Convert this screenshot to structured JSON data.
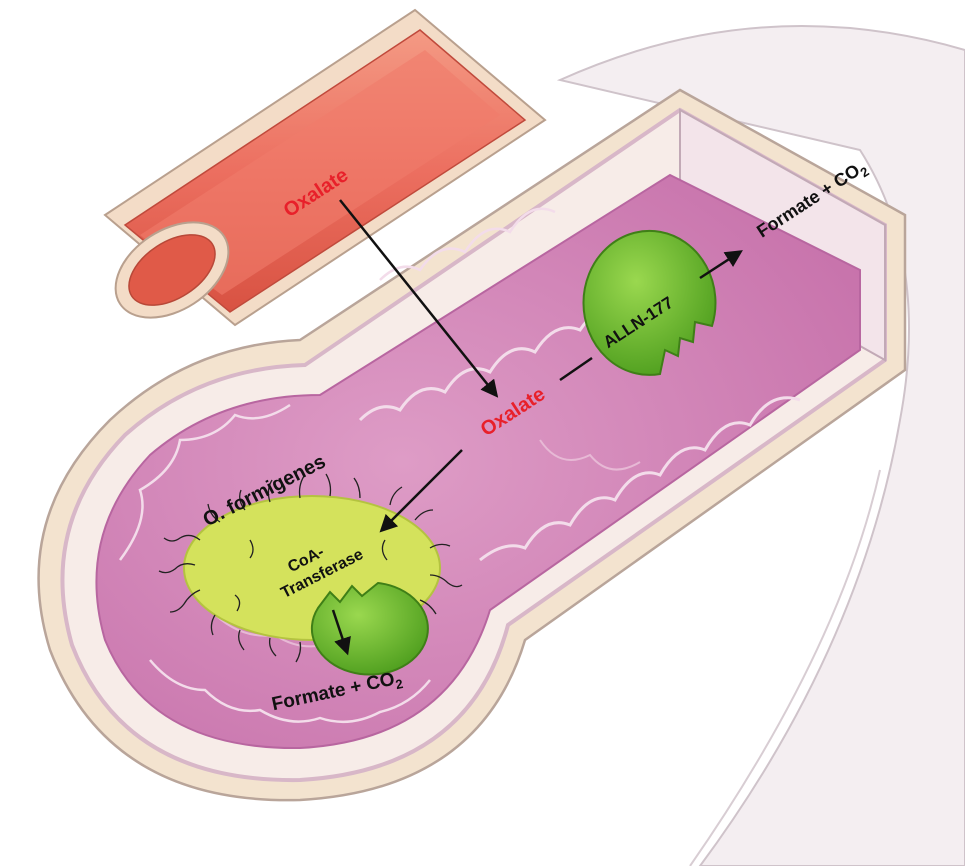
{
  "labels": {
    "oxalate_blood": "Oxalate",
    "oxalate_gut": "Oxalate",
    "enzyme_drug": "ALLN-177",
    "product_top": "Formate + CO",
    "product_top_sub": "2",
    "bacterium": "O. formigenes",
    "enzyme_bact_line1": "CoA-",
    "enzyme_bact_line2": "Transferase",
    "product_bottom": "Formate + CO",
    "product_bottom_sub": "2"
  },
  "colors": {
    "oxalate_text": "#e8202a",
    "enzyme_green": "#6cbf2e",
    "bacterium_fill": "#d4e25c",
    "vessel_red": "#ec6f60",
    "mucosa_pink": "#d488b8",
    "wall_beige": "#f2e2cf"
  }
}
